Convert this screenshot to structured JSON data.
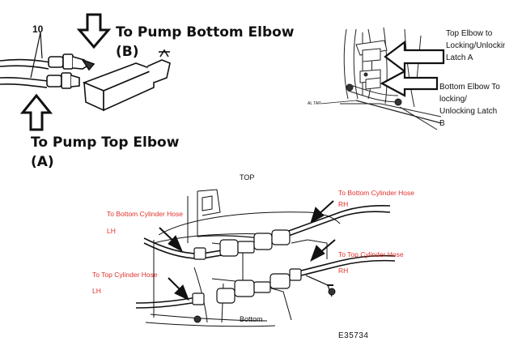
{
  "top_left_panel": {
    "callout_number": "10",
    "pump_bottom_label": "To Pump Bottom Elbow",
    "pump_bottom_letter": "(B)",
    "pump_top_label": "To Pump Top Elbow",
    "pump_top_letter": "(A)"
  },
  "top_right_panel": {
    "top_elbow_label": "Top Elbow to Locking/Unlocking Latch A",
    "bottom_elbow_label": "Bottom Elbow To locking/ Unlocking Latch B",
    "small_tag": "AL TAP"
  },
  "bottom_panel": {
    "top_caption": "TOP",
    "bottom_caption": "Bottom",
    "to_bottom_cyl_lh": "To Bottom Cylinder Hose",
    "lh_1": "LH",
    "to_bottom_cyl_rh": "To Bottom Cylinder Hose",
    "rh_1": "RH",
    "to_top_cyl_lh": "To Top Cylinder Hose",
    "lh_2": "LH",
    "to_top_cyl_rh": "To Top Cylinder Hose",
    "rh_2": "RH",
    "figure_code": "E35734"
  }
}
